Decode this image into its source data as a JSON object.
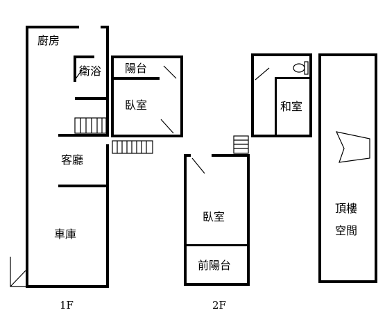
{
  "floor_plan": {
    "floor1": {
      "label": "1F",
      "rooms": {
        "kitchen": "廚房",
        "bathroom": "衛浴",
        "balcony": "陽台",
        "bedroom": "臥室",
        "living_room": "客廳",
        "garage": "車庫"
      }
    },
    "floor2": {
      "label": "2F",
      "rooms": {
        "washitsu": "和室",
        "bedroom": "臥室",
        "front_balcony": "前陽台",
        "rooftop_line1": "頂樓",
        "rooftop_line2": "空間"
      }
    }
  },
  "colors": {
    "wall": "#000000",
    "background": "#ffffff"
  }
}
